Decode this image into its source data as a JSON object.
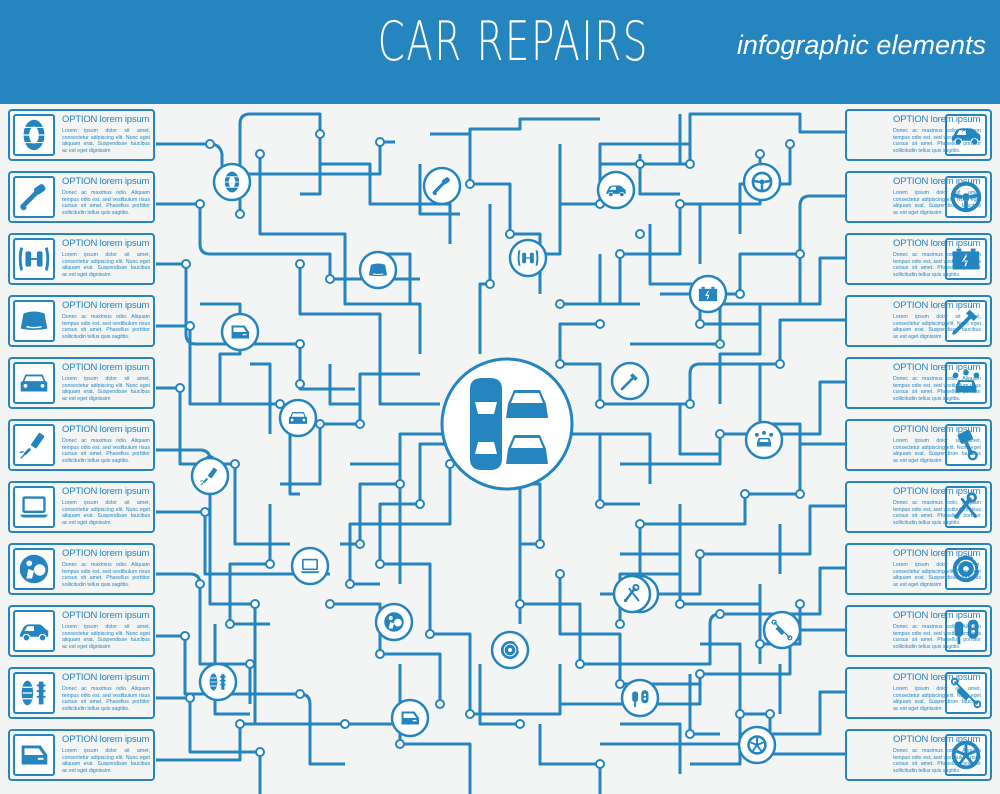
{
  "header": {
    "title": "CAR REPAIRS",
    "subtitle": "infographic elements"
  },
  "stock_id": "#106887273",
  "colors": {
    "accent": "#2585bf",
    "background": "#f3f4f4"
  },
  "left_cards": [
    {
      "icon": "tire-icon",
      "title": "OPTION lorem ipsum",
      "body": "Lorem ipsum dolor sit amet, consectetur adipiscing elit. Nunc eget aliquam erat. Suspendisse faucibus ac est eget dignissim"
    },
    {
      "icon": "exhaust-icon",
      "title": "OPTION lorem ipsum",
      "body": "Donec ac maximus odio. Aliquam tempus odio est, sed vestibulum risus cursus sit amet. Phasellus porttitor sollicitudin tellus quis sagittis."
    },
    {
      "icon": "suspension-icon",
      "title": "OPTION lorem ipsum",
      "body": "Lorem ipsum dolor sit amet, consectetur adipiscing elit. Nunc eget aliquam erat. Suspendisse faucibus ac est eget dignissim"
    },
    {
      "icon": "car-hood-icon",
      "title": "OPTION lorem ipsum",
      "body": "Donec ac maximus odio. Aliquam tempus odio est, sed vestibulum risus cursus sit amet. Phasellus porttitor sollicitudin tellus quis sagittis."
    },
    {
      "icon": "car-front-icon",
      "title": "OPTION lorem ipsum",
      "body": "Lorem ipsum dolor sit amet, consectetur adipiscing elit. Nunc eget aliquam erat. Suspendisse faucibus ac est eget dignissim"
    },
    {
      "icon": "spark-plug-icon",
      "title": "OPTION lorem ipsum",
      "body": "Donec ac maximus odio. Aliquam tempus odio est, sed vestibulum risus cursus sit amet. Phasellus porttitor sollicitudin tellus quis sagittis."
    },
    {
      "icon": "laptop-diagnostics-icon",
      "title": "OPTION lorem ipsum",
      "body": "Lorem ipsum dolor sit amet, consectetur adipiscing elit. Nunc eget aliquam erat. Suspendisse faucibus ac est eget dignissim"
    },
    {
      "icon": "airbag-icon",
      "title": "OPTION lorem ipsum",
      "body": "Donec ac maximus odio. Aliquam tempus odio est, sed vestibulum risus cursus sit amet. Phasellus porttitor sollicitudin tellus quis sagittis."
    },
    {
      "icon": "windshield-icon",
      "title": "OPTION lorem ipsum",
      "body": "Lorem ipsum dolor sit amet, consectetur adipiscing elit. Nunc eget aliquam erat. Suspendisse faucibus ac est eget dignissim"
    },
    {
      "icon": "tire-shock-icon",
      "title": "OPTION lorem ipsum",
      "body": "Donec ac maximus odio. Aliquam tempus odio est, sed vestibulum risus cursus sit amet. Phasellus porttitor sollicitudin tellus quis sagittis."
    },
    {
      "icon": "car-door-icon",
      "title": "OPTION lorem ipsum",
      "body": "Lorem ipsum dolor sit amet, consectetur adipiscing elit. Nunc eget aliquam erat. Suspendisse faucibus ac est eget dignissim"
    }
  ],
  "right_cards": [
    {
      "icon": "car-side-icon",
      "title": "OPTION lorem ipsum",
      "body": "Donec ac maximus odio. Aliquam tempus odio est, sed vestibulum risus cursus sit amet. Phasellus porttitor sollicitudin tellus quis sagittis."
    },
    {
      "icon": "steering-wheel-icon",
      "title": "OPTION lorem ipsum",
      "body": "Lorem ipsum dolor sit amet, consectetur adipiscing elit. Nunc eget aliquam erat. Suspendisse faucibus ac est eget dignissim"
    },
    {
      "icon": "battery-icon",
      "title": "OPTION lorem ipsum",
      "body": "Donec ac maximus odio. Aliquam tempus odio est, sed vestibulum risus cursus sit amet. Phasellus porttitor sollicitudin tellus quis sagittis."
    },
    {
      "icon": "jumper-cable-icon",
      "title": "OPTION lorem ipsum",
      "body": "Lorem ipsum dolor sit amet, consectetur adipiscing elit. Nunc eget aliquam erat. Suspendisse faucibus ac est eget dignissim"
    },
    {
      "icon": "car-wash-icon",
      "title": "OPTION lorem ipsum",
      "body": "Donec ac maximus odio. Aliquam tempus odio est, sed vestibulum risus cursus sit amet. Phasellus porttitor sollicitudin tellus quis sagittis."
    },
    {
      "icon": "piston-icon",
      "title": "OPTION lorem ipsum",
      "body": "Lorem ipsum dolor sit amet, consectetur adipiscing elit. Nunc eget aliquam erat. Suspendisse faucibus ac est eget dignissim"
    },
    {
      "icon": "wrench-screwdriver-icon",
      "title": "OPTION lorem ipsum",
      "body": "Donec ac maximus odio. Aliquam tempus odio est, sed vestibulum risus cursus sit amet. Phasellus porttitor sollicitudin tellus quis sagittis."
    },
    {
      "icon": "brake-disc-icon",
      "title": "OPTION lorem ipsum",
      "body": "Lorem ipsum dolor sit amet, consectetur adipiscing elit. Nunc eget aliquam erat. Suspendisse faucibus ac est eget dignissim"
    },
    {
      "icon": "car-key-icon",
      "title": "OPTION lorem ipsum",
      "body": "Donec ac maximus odio. Aliquam tempus odio est, sed vestibulum risus cursus sit amet. Phasellus porttitor sollicitudin tellus quis sagittis."
    },
    {
      "icon": "shock-absorber-icon",
      "title": "OPTION lorem ipsum",
      "body": "Lorem ipsum dolor sit amet, consectetur adipiscing elit. Nunc eget aliquam erat. Suspendisse faucibus ac est eget dignissim"
    },
    {
      "icon": "alloy-wheel-icon",
      "title": "OPTION lorem ipsum",
      "body": "Donec ac maximus odio. Aliquam tempus odio est, sed vestibulum risus cursus sit amet. Phasellus porttitor sollicitudin tellus quis sagittis."
    }
  ],
  "hub": {
    "icon": "cars-hub-icon"
  },
  "network_icons": [
    "tire-icon",
    "exhaust-icon",
    "car-side-icon",
    "steering-wheel-icon",
    "suspension-icon",
    "car-hood-icon",
    "battery-icon",
    "car-door-icon",
    "car-front-icon",
    "jumper-cable-icon",
    "car-wash-icon",
    "spark-plug-icon",
    "laptop-diagnostics-icon",
    "piston-icon",
    "wrench-screwdriver-icon",
    "airbag-icon",
    "brake-disc-icon",
    "shock-absorber-icon",
    "tire-shock-icon",
    "car-key-icon",
    "car-door-icon",
    "alloy-wheel-icon"
  ]
}
